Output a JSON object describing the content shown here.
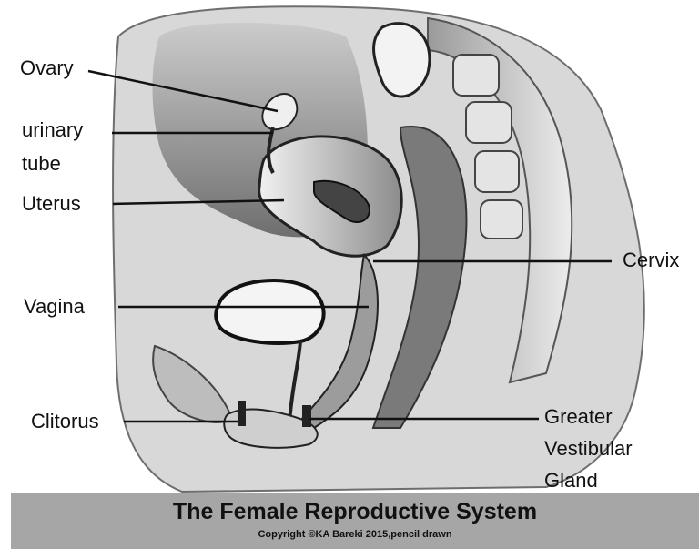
{
  "labels": {
    "ovary": "Ovary",
    "urinary_tube_line1": "urinary",
    "urinary_tube_line2": "tube",
    "uterus": "Uterus",
    "vagina": "Vagina",
    "clitorus": "Clitorus",
    "cervix": "Cervix",
    "greater_vestibular_gland_line1": "Greater",
    "greater_vestibular_gland_line2": "Vestibular",
    "greater_vestibular_gland_line3": "Gland"
  },
  "caption": {
    "title": "The Female Reproductive System",
    "copyright": "Copyright ©KA Bareki 2015,pencil drawn"
  },
  "colors": {
    "leader_line": "#111111",
    "caption_bar": "#a6a6a6"
  }
}
